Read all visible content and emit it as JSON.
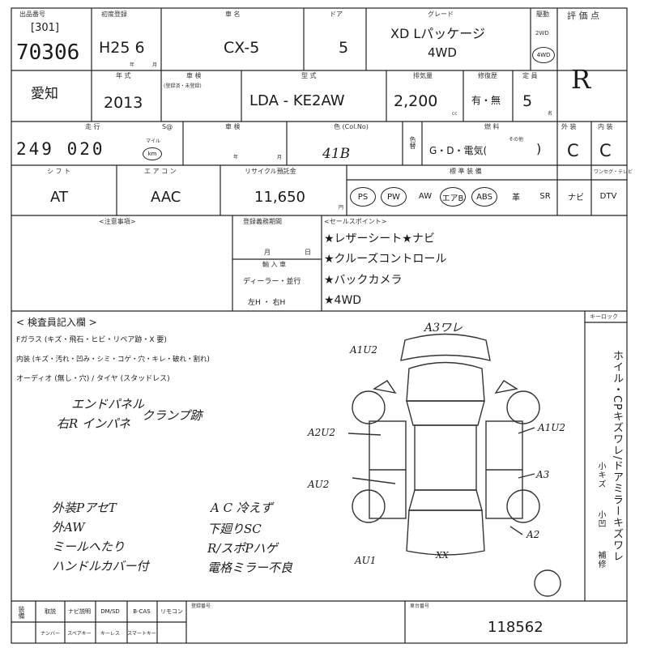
{
  "header": {
    "lot_label": "出品番号",
    "lot_prefix": "[301]",
    "lot_number": "70306",
    "first_reg_label": "初度登録",
    "first_reg_value": "H25  6",
    "first_reg_year_unit": "年",
    "first_reg_month_unit": "月",
    "model_label": "車  名",
    "model_value": "CX-5",
    "doors_label": "ドア",
    "doors_value": "5",
    "grade_label": "グレード",
    "grade_value": "XD Lパッケージ",
    "grade_value2": "4WD",
    "drive_label": "駆動",
    "drive_2wd": "2WD",
    "drive_4wd": "4WD",
    "score_label": "評 価 点",
    "score_value": "R"
  },
  "row2": {
    "region": "愛知",
    "year_label": "年  式",
    "year_value": "2013",
    "inspection_label": "車  検",
    "inspection_sub": "(登録済・未登録)",
    "type_label": "型  式",
    "type_value": "LDA  -   KE2AW",
    "disp_label": "排気量",
    "disp_value": "2,200",
    "disp_unit": "cc",
    "history_label": "修復歴",
    "history_value": "有・無",
    "capacity_label": "定  員",
    "capacity_value": "5",
    "capacity_unit": "名"
  },
  "row3": {
    "mileage_label": "走  行",
    "mileage_sub": "S@",
    "mileage_value": "249 020",
    "mileage_unit_mile": "マイル",
    "mileage_unit_km": "km",
    "inspection2_label": "車  検",
    "inspection2_year": "年",
    "inspection2_month": "月",
    "color_label": "色 (Col.No)",
    "color_value": "41B",
    "color_change_label": "色替",
    "fuel_label": "燃  料",
    "fuel_value": "G・D・電気(",
    "fuel_other": "その他",
    "fuel_close": ")",
    "exterior_label": "外 装",
    "exterior_value": "C",
    "interior_label": "内 装",
    "interior_value": "C"
  },
  "row4": {
    "shift_label": "シ フ ト",
    "shift_value": "AT",
    "ac_label": "エ ア コ ン",
    "ac_value": "AAC",
    "recycle_label": "リサイクル預託金",
    "recycle_value": "11,650",
    "recycle_unit": "円",
    "equip_label": "標 準 装 備",
    "equip": [
      "PS",
      "PW",
      "AW",
      "エアB",
      "ABS",
      "革",
      "SR",
      "ナビ",
      "DTV"
    ],
    "equip_circled": [
      true,
      true,
      false,
      true,
      true,
      false,
      false,
      false,
      false
    ],
    "one_seg_label": "ワンセグ・テレビ"
  },
  "notes": {
    "caution_label": "<注意事項>",
    "reg_date_label": "登録義務期間",
    "reg_month": "月",
    "reg_day": "日",
    "import_label": "輸 入 車",
    "import_value": "ディーラー・並行",
    "handle_value": "左H  ・  右H",
    "sales_label": "<セールスポイント>",
    "sales": [
      "★レザーシート★ナビ",
      "★クルーズコントロール",
      "★バックカメラ",
      "★4WD"
    ]
  },
  "inspector": {
    "title": "< 検査員記入欄 >",
    "glass": "Fガラス (キズ・飛石・ヒビ・リペア跡・X 要)",
    "interior": "内装 (キズ・汚れ・凹み・シミ・コゲ・穴・キレ・破れ・割れ)",
    "audio": "オーディオ (無し・穴) / タイヤ (スタッドレス)",
    "key_label": "キーロック",
    "hand1": "エンドパネル",
    "hand2": "右R インパネ",
    "hand3": "クランプ跡",
    "hand4": "外装PアセT",
    "hand5": "外AW",
    "hand6": "ミールへたり",
    "hand7": "ハンドルカバー付",
    "hand8": "A C 冷えず",
    "hand9": "下廻りSC",
    "hand10": "R/スポPハゲ",
    "hand11": "電格ミラー不良",
    "vertical_text": "ホイル・CPキズワレ/ドアミラーキズワレ",
    "vert_small1": "小キズ",
    "vert_small2": "小凹",
    "vert_small3": "補修"
  },
  "diagram": {
    "a3w": "A3ワレ",
    "a1u2_top": "A1U2",
    "a2u2": "A2U2",
    "a1u2_right": "A1U2",
    "au2": "AU2",
    "a3": "A3",
    "a2": "A2",
    "au1": "AU1",
    "xx": "XX"
  },
  "footer": {
    "equip_label": "装備",
    "cells_top": [
      "取説",
      "ナビ説明",
      "DM/SD",
      "B-CAS",
      "リモコン"
    ],
    "cells_bot": [
      "ナンバー",
      "スペアキー",
      "キーレス",
      "スマートキー"
    ],
    "number_label": "登録番号",
    "car_no_label": "車台番号",
    "car_no": "118562"
  }
}
